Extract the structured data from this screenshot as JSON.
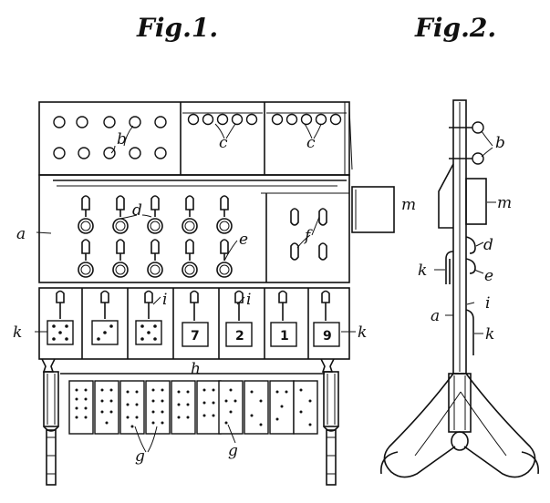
{
  "figures": {
    "fig1": "Fig.1.",
    "fig2": "Fig.2."
  },
  "refs": {
    "a": "a",
    "b": "b",
    "c": "c",
    "d": "d",
    "e": "e",
    "f": "f",
    "g": "g",
    "h": "h",
    "i": "i",
    "k": "k",
    "m": "m"
  },
  "card_labels": [
    "7",
    "2",
    "1",
    "9"
  ]
}
